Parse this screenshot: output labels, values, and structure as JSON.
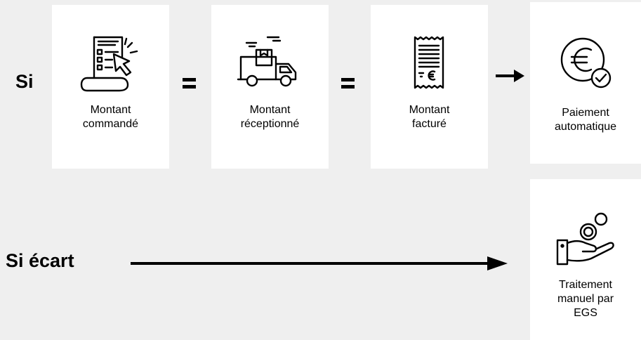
{
  "labels": {
    "if": "Si",
    "if_gap": "Si écart"
  },
  "cards": {
    "order": {
      "label": "Montant\ncommandé",
      "icon": "order-list-cursor-icon"
    },
    "receipt": {
      "label": "Montant\nréceptionné",
      "icon": "delivery-truck-icon"
    },
    "invoice": {
      "label": "Montant\nfacturé",
      "icon": "euro-receipt-icon"
    },
    "payment": {
      "label": "Paiement\nautomatique",
      "icon": "euro-coin-check-icon"
    },
    "manual": {
      "label": "Traitement\nmanuel par\nEGS",
      "icon": "hand-coins-icon"
    }
  },
  "operators": [
    "equals",
    "equals",
    "arrow-right"
  ],
  "colors": {
    "background": "#efefef",
    "card": "#ffffff",
    "ink": "#000000"
  }
}
